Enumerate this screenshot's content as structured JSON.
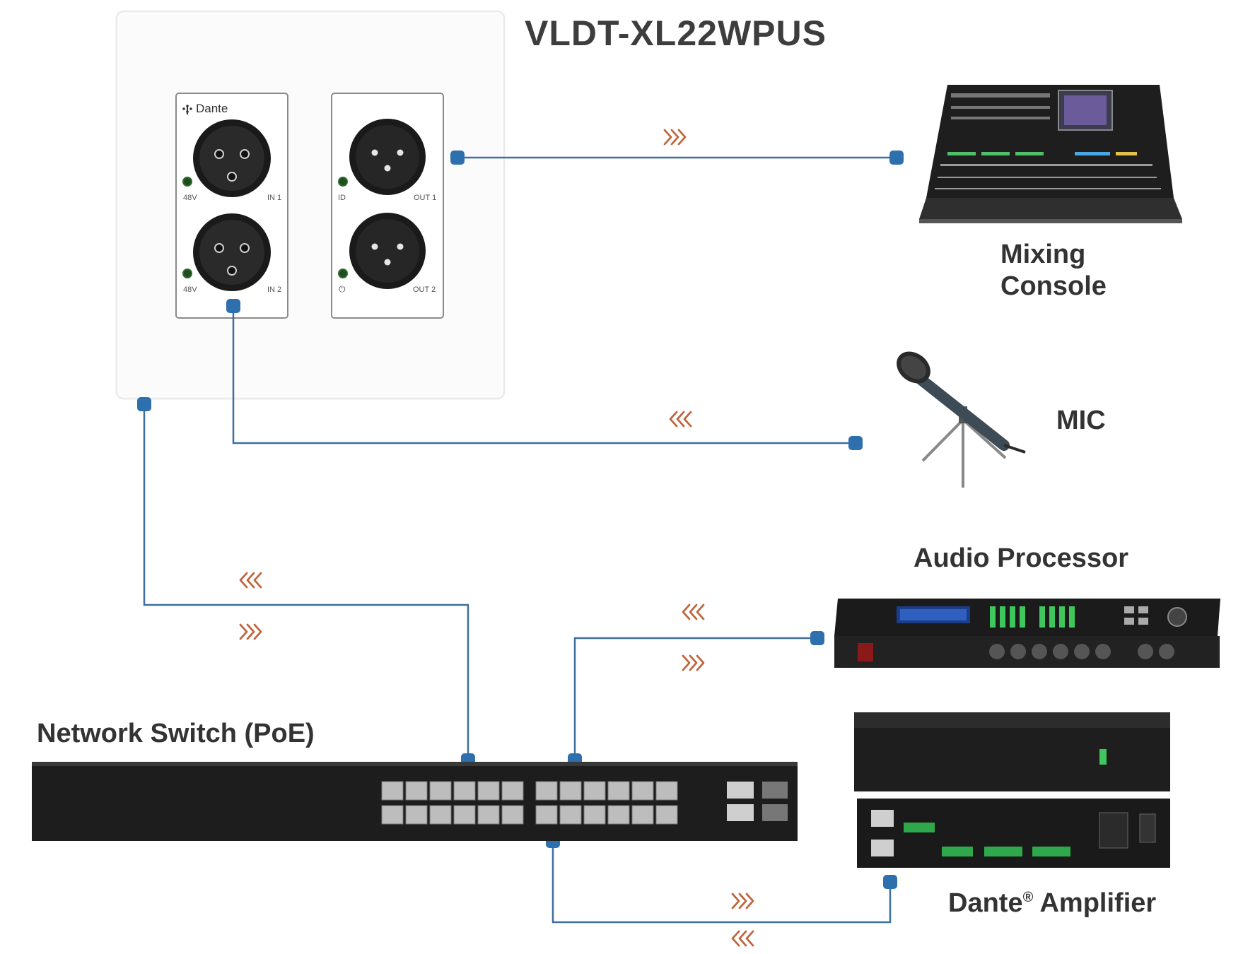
{
  "diagram": {
    "product_title": "VLDT-XL22WPUS",
    "colors": {
      "line": "#3f6f9f",
      "node": "#2e6fae",
      "arrow": "#c0643a",
      "label": "#333333"
    },
    "wallplate": {
      "brand": "Dante",
      "led_labels": {
        "in1_led": "48V",
        "in2_led": "48V",
        "out1_led": "ID",
        "out2_led": "⏻"
      },
      "port_labels": {
        "in1": "IN 1",
        "in2": "IN 2",
        "out1": "OUT 1",
        "out2": "OUT 2"
      }
    },
    "devices": {
      "mixing_console": {
        "label_line1": "Mixing",
        "label_line2": "Console",
        "icon": "mixing-console-icon"
      },
      "mic": {
        "label": "MIC",
        "icon": "microphone-icon"
      },
      "audio_processor": {
        "label": "Audio Processor",
        "icon": "rack-processor-icon"
      },
      "network_switch": {
        "label": "Network Switch (PoE)",
        "icon": "network-switch-icon"
      },
      "dante_amplifier": {
        "label_main": "Dante",
        "label_reg": "®",
        "label_rest": " Amplifier",
        "icon": "amplifier-icon"
      }
    },
    "connections": [
      {
        "from": "wallplate-out1",
        "to": "mixing-console",
        "direction": "forward"
      },
      {
        "from": "mic",
        "to": "wallplate-in2",
        "direction": "reverse"
      },
      {
        "from": "wallplate",
        "to": "network-switch",
        "direction": "bidirectional"
      },
      {
        "from": "network-switch",
        "to": "audio-processor",
        "direction": "bidirectional"
      },
      {
        "from": "network-switch",
        "to": "dante-amplifier",
        "direction": "bidirectional"
      }
    ]
  }
}
